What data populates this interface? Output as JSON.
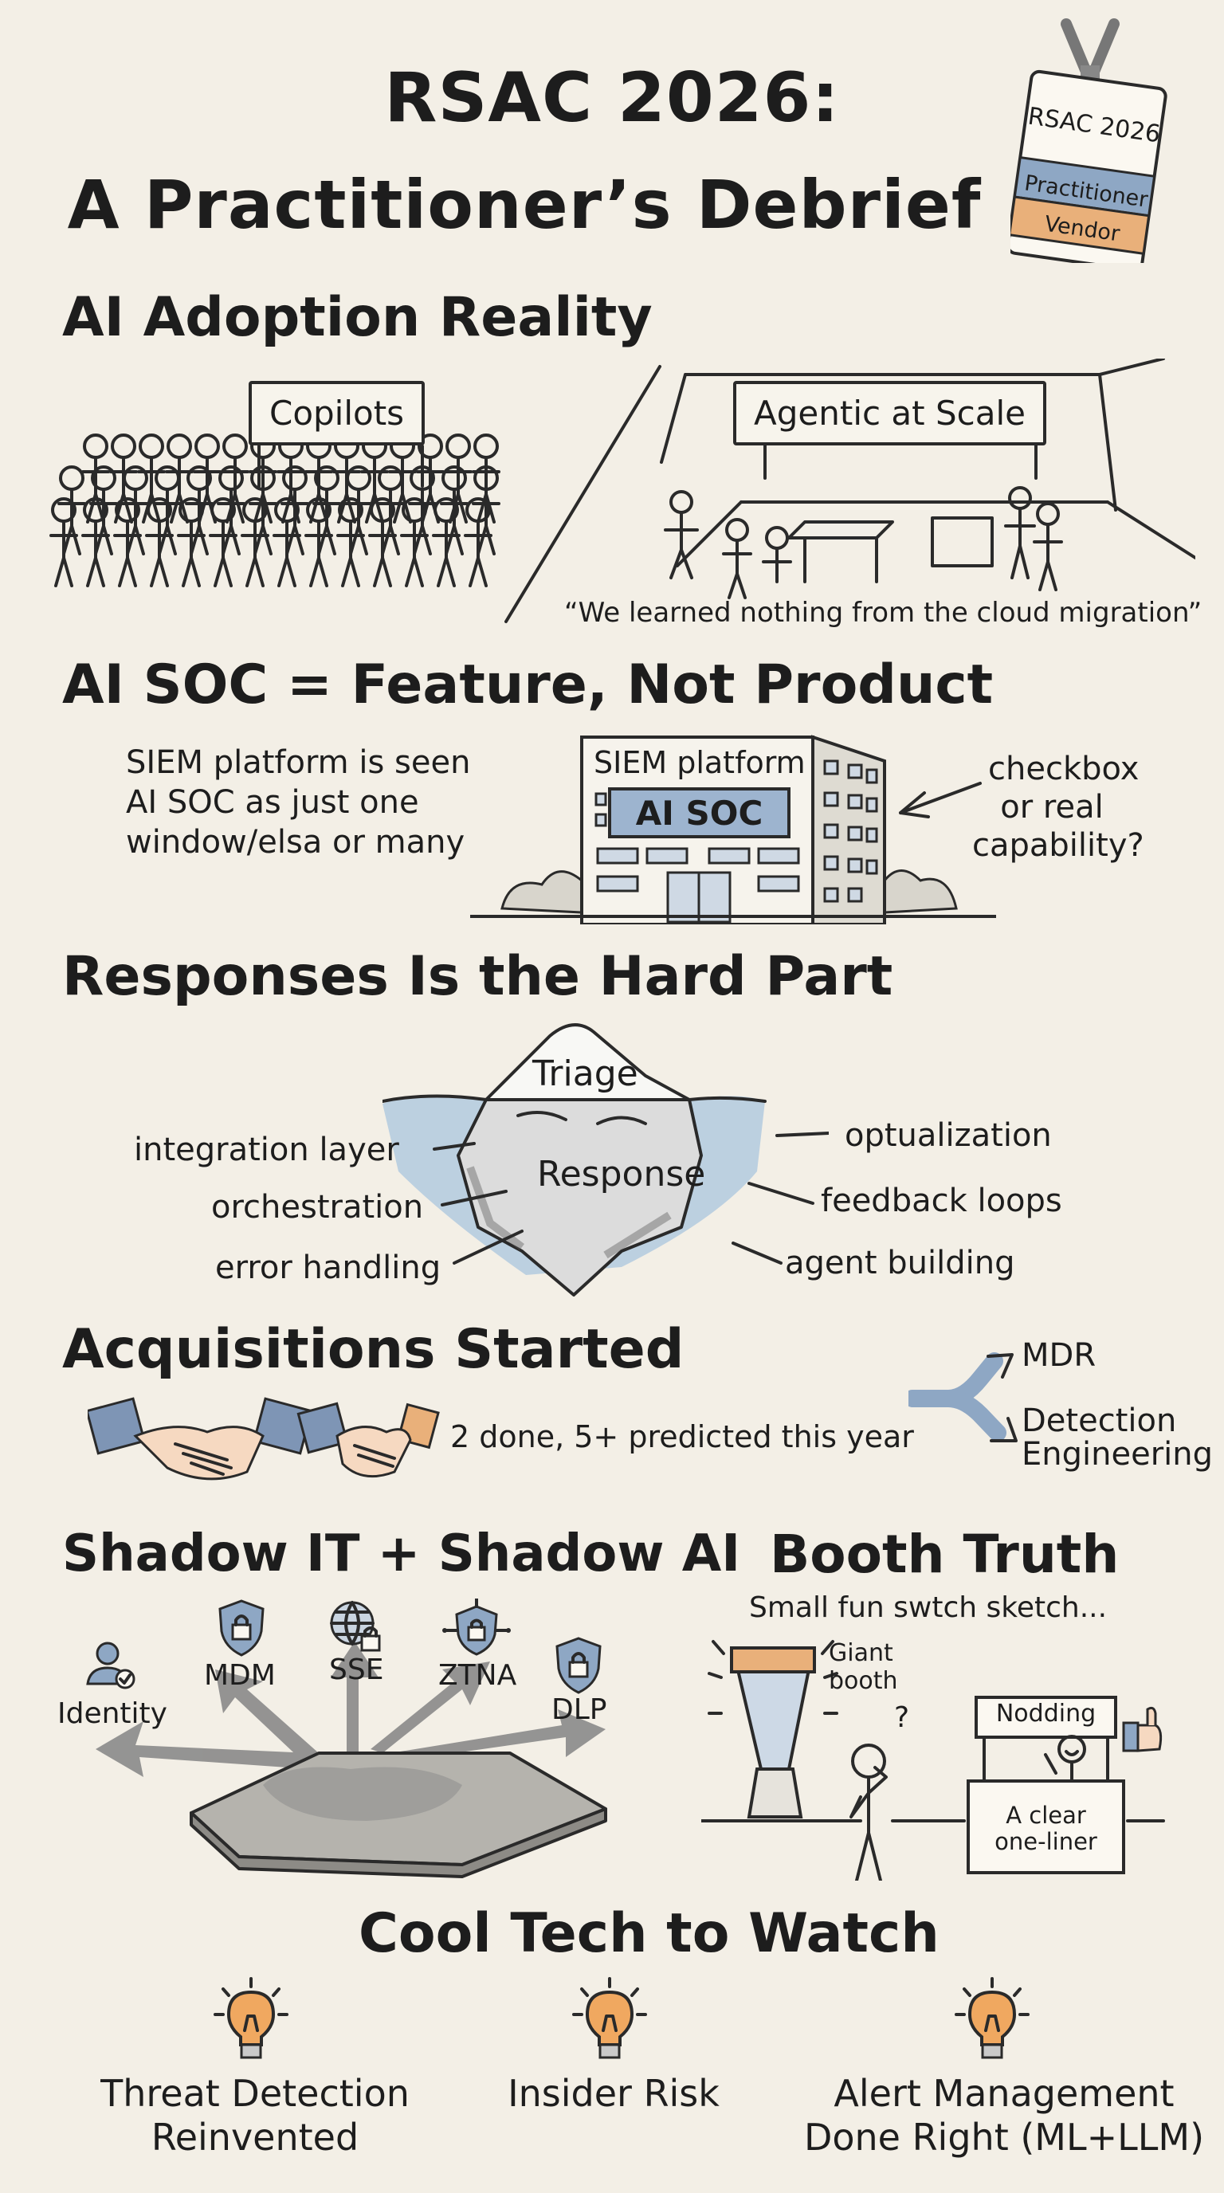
{
  "title": {
    "line1": "RSAC 2026:",
    "line2": "A Practitioner’s Debrief"
  },
  "badge": {
    "event": "RSAC 2026",
    "role1": "Practitioner",
    "role2": "Vendor"
  },
  "section_ai_adoption": {
    "heading": "AI Adoption Reality",
    "left_sign": "Copilots",
    "right_sign": "Agentic at Scale",
    "quote": "“We learned nothing from the cloud migration”"
  },
  "section_ai_soc": {
    "heading": "AI SOC = Feature, Not Product",
    "left_text": [
      "SIEM platform is seen",
      "AI SOC as just one",
      "window/elsa or many"
    ],
    "building_label": "SIEM platform",
    "window_label": "AI SOC",
    "right_text": [
      "checkbox",
      "or real",
      "capability?"
    ]
  },
  "section_response": {
    "heading": "Responses Is the Hard Part",
    "tip_label": "Triage",
    "under_label": "Response",
    "left_labels": [
      "integration layer",
      "orchestration",
      "error handling"
    ],
    "right_labels": [
      "optualization",
      "feedback loops",
      "agent building"
    ]
  },
  "section_acquisitions": {
    "heading": "Acquisitions Started",
    "caption": "2 done, 5+ predicted this year",
    "branches": [
      "MDR",
      "Detection",
      "Engineering"
    ]
  },
  "section_shadow": {
    "heading": "Shadow IT + Shadow AI",
    "items": [
      "Identity",
      "MDM",
      "SSE",
      "ZTNA",
      "DLP"
    ]
  },
  "section_booth": {
    "heading": "Booth Truth",
    "subtitle": "Small fun swtch sketch...",
    "giant_label": [
      "Giant",
      "booth"
    ],
    "question_mark": "?",
    "small_sign": "Nodding",
    "small_text": [
      "A clear",
      "one-liner"
    ]
  },
  "section_cool_tech": {
    "heading": "Cool Tech to Watch",
    "items": [
      {
        "line1": "Threat Detection",
        "line2": "Reinvented"
      },
      {
        "line1": "Insider Risk",
        "line2": ""
      },
      {
        "line1": "Alert Management",
        "line2": "Done Right (ML+LLM)"
      }
    ]
  },
  "colors": {
    "background": "#f3efe6",
    "ink": "#1d1d1d",
    "badge_blue": "#8ea7c4",
    "badge_orange": "#e9b07a",
    "water": "#bcd0e0",
    "bulb": "#f0a860",
    "window_blue": "#9db4cf"
  }
}
